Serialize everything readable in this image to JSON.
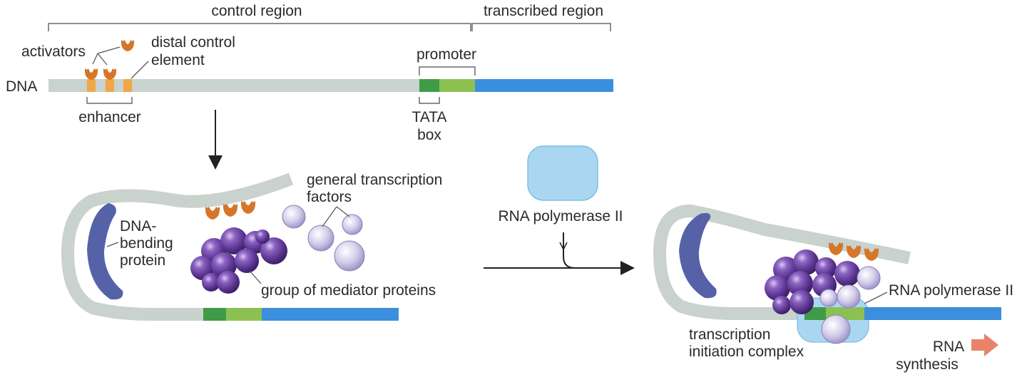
{
  "labels": {
    "control_region": "control region",
    "transcribed_region": "transcribed region",
    "activators": "activators",
    "distal_control_element_1": "distal control",
    "distal_control_element_2": "element",
    "promoter": "promoter",
    "dna": "DNA",
    "enhancer": "enhancer",
    "tata_1": "TATA",
    "tata_2": "box",
    "general_tf_1": "general transcription",
    "general_tf_2": "factors",
    "dna_bending_1": "DNA-",
    "dna_bending_2": "bending",
    "dna_bending_3": "protein",
    "mediator": "group of mediator proteins",
    "rna_pol_top": "RNA polymerase II",
    "rna_pol_right": "RNA polymerase II",
    "initiation_1": "transcription",
    "initiation_2": "initiation complex",
    "rna_synthesis_1": "RNA",
    "rna_synthesis_2": "synthesis"
  },
  "colors": {
    "dna_strand": "#c9d2cc",
    "tata_box": "#3f9b47",
    "promoter_light": "#8cc152",
    "transcribed": "#3b8fdc",
    "activator": "#d5762b",
    "enhancer_site": "#f0a64a",
    "bending_protein": "#5562a8",
    "mediator": "#5b3b8c",
    "gtf": "#cfc7e4",
    "rna_pol": "#a9d7f2",
    "rna_arrow": "#e8836a"
  }
}
